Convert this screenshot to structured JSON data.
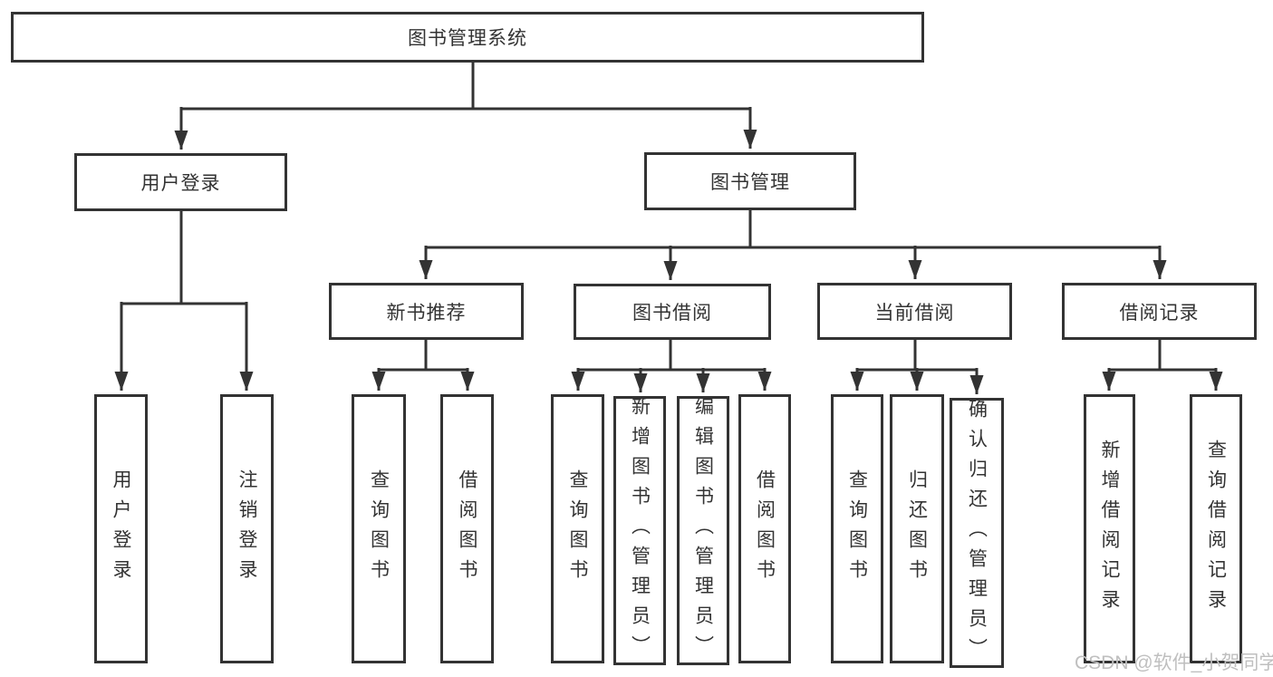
{
  "diagram": {
    "title": "图书管理系统",
    "root": {
      "label": "图书管理系统"
    },
    "branches": {
      "user_login": {
        "label": "用户登录",
        "children": [
          "用户登录",
          "注销登录"
        ]
      },
      "book_mgmt": {
        "label": "图书管理"
      }
    },
    "modules": [
      {
        "label": "新书推荐",
        "children": [
          "查询图书",
          "借阅图书"
        ]
      },
      {
        "label": "图书借阅",
        "children": [
          "查询图书",
          "新增图书（管理员）",
          "编辑图书（管理员）",
          "借阅图书"
        ]
      },
      {
        "label": "当前借阅",
        "children": [
          "查询图书",
          "归还图书",
          "确认归还（管理员）"
        ]
      },
      {
        "label": "借阅记录",
        "children": [
          "新增借阅记录",
          "查询借阅记录"
        ]
      }
    ]
  },
  "watermark": {
    "text": "CSDN @软件_小贺同学"
  },
  "colors": {
    "line": "#333333",
    "text": "#333333",
    "background": "#ffffff",
    "watermark": "#bfbfbf"
  }
}
